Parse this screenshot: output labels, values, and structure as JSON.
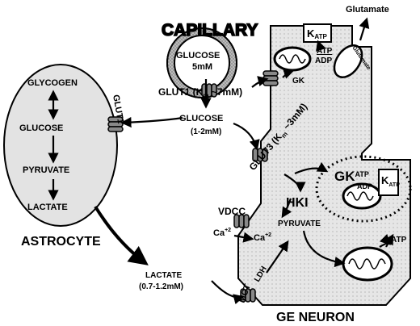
{
  "labels": {
    "capillary": "CAPILLARY",
    "glucose_cap": "GLUCOSE",
    "glucose_cap_conc": "5mM",
    "glut1_cap": "GLUT1 (K",
    "glut1_km_sub": "m",
    "glut1_km_val": " ~7mM)",
    "glucose_ext": "GLUCOSE",
    "glucose_ext_conc": "(1-2mM)",
    "glycogen": "GLYCOGEN",
    "glucose_astro": "GLUCOSE",
    "pyruvate_astro": "PYRUVATE",
    "lactate_astro": "LACTATE",
    "glut1_astro": "GLUT1",
    "astrocyte": "ASTROCYTE",
    "glutamate_top": "Glutamate",
    "katp_top_k": "K",
    "katp_top_sub": "ATP",
    "atp_top": "ATP",
    "adp_top": "ADP",
    "gk_top": "GK",
    "glutamate_vesicle": "Glutamate",
    "glut3": "GLUT3 (K",
    "glut3_km_sub": "m",
    "glut3_km_val": " ~3mM)",
    "gk_big": "GK",
    "gk_big_sub": "ATP",
    "katp_right_k": "K",
    "katp_right_sub": "ATP",
    "adp_right": "ADP",
    "hki": "HKI",
    "pyruvate_neuron": "PYRUVATE",
    "vdcc": "VDCC",
    "ca_out": "Ca",
    "ca_out_sup": "+2",
    "ca_in": "Ca",
    "ca_in_sup": "+2",
    "atp_neuron": "ATP",
    "lactate_ext": "LACTATE",
    "lactate_ext_conc": "(0.7-1.2mM)",
    "ldh": "LDH",
    "mct": "MCT",
    "ge_neuron": "GE NEURON"
  },
  "icons": [
    "arrow-icon",
    "transporter-icon",
    "mitochondrion-icon",
    "vesicle-icon"
  ]
}
